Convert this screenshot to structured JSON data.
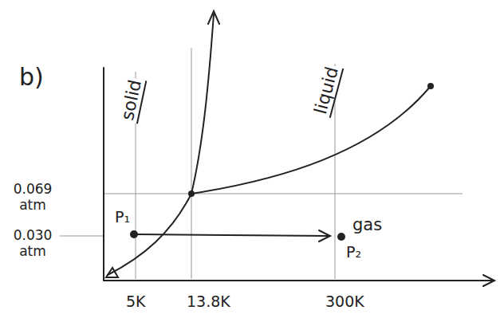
{
  "diagram": {
    "labels": [
      "b)",
      "solid",
      "liquid",
      "gas",
      "0.069 atm",
      "0.030 atm",
      "P₁",
      "P₂",
      "5K",
      "13.8K",
      "300K"
    ]
  }
}
